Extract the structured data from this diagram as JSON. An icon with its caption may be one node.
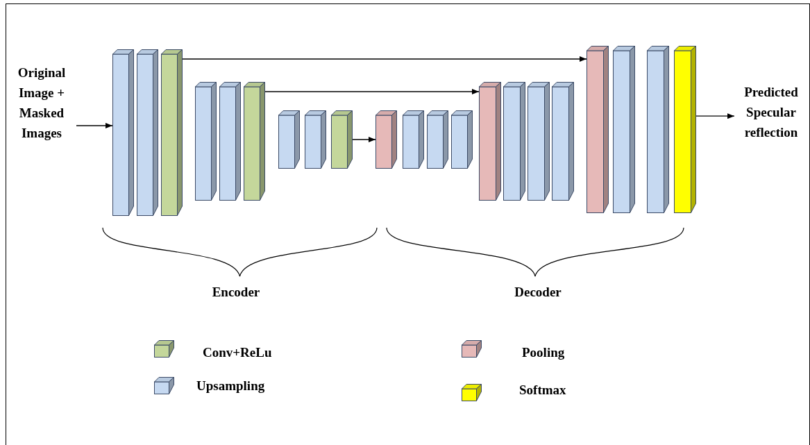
{
  "diagram": {
    "nodes": [
      {
        "text": [
          "Original Image + Masked Images"
        ]
      },
      {
        "text": [],
        "shape": "box"
      },
      {
        "text": [],
        "shape": "box"
      },
      {
        "text": [],
        "shape": "box"
      },
      {
        "text": [],
        "shape": "box"
      },
      {
        "text": [],
        "shape": "box"
      },
      {
        "text": [],
        "shape": "box"
      },
      {
        "text": [],
        "shape": "box"
      },
      {
        "text": [],
        "shape": "box"
      },
      {
        "text": [],
        "shape": "box"
      },
      {
        "text": [],
        "shape": "box"
      },
      {
        "text": [],
        "shape": "box"
      },
      {
        "text": [],
        "shape": "box"
      },
      {
        "text": [],
        "shape": "box"
      },
      {
        "text": [],
        "shape": "box"
      },
      {
        "text": [],
        "shape": "box"
      },
      {
        "text": [],
        "shape": "box"
      },
      {
        "text": [],
        "shape": "box"
      },
      {
        "text": [],
        "shape": "box"
      },
      {
        "text": [],
        "shape": "box"
      },
      {
        "text": [],
        "shape": "box"
      },
      {
        "text": [],
        "shape": "box"
      },
      {
        "text": [
          "Predicted Specular reflection"
        ]
      }
    ],
    "edges": [
      {
        "from": 0,
        "to": 1,
        "arrow": "to"
      },
      {
        "from": 3,
        "to": 18,
        "arrow": "to"
      },
      {
        "from": 6,
        "to": 14,
        "arrow": "to"
      },
      {
        "from": 9,
        "to": 10,
        "arrow": "to"
      },
      {
        "from": 21,
        "to": 22,
        "arrow": "to"
      }
    ],
    "labels": [
      "Encoder",
      "Decoder"
    ],
    "legend": [
      {
        "text": "Conv+ReLu",
        "color": "#c4d79b"
      },
      {
        "text": "Upsampling",
        "color": "#c6d9f1"
      },
      {
        "text": "Pooling",
        "color": "#e6b9b8"
      },
      {
        "text": "Softmax",
        "color": "#ffff00"
      }
    ]
  }
}
